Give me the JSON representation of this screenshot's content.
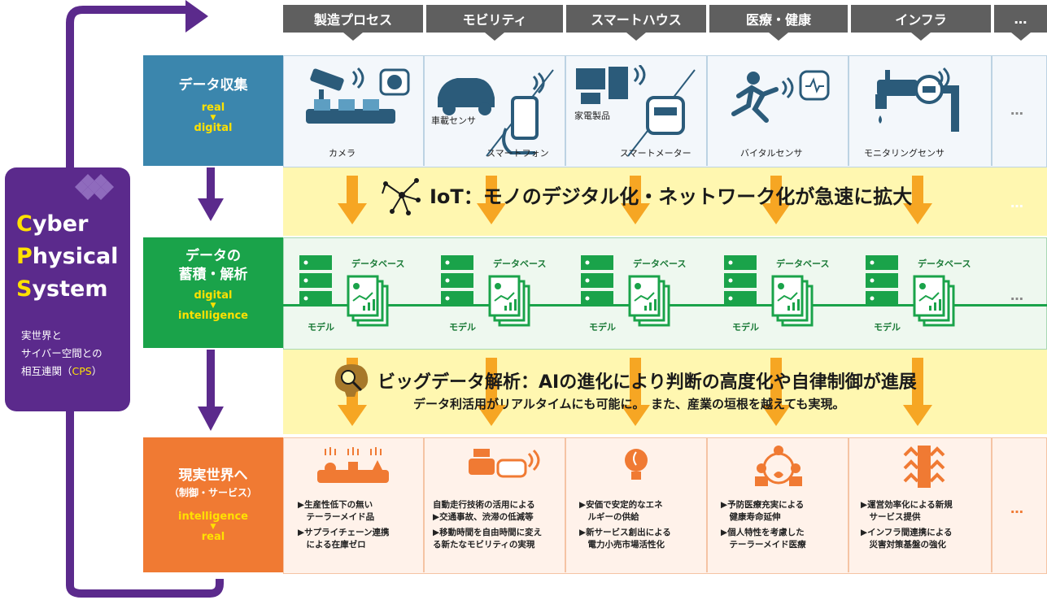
{
  "columns": [
    "製造プロセス",
    "モビリティ",
    "スマートハウス",
    "医療・健康",
    "インフラ",
    "…"
  ],
  "cps": {
    "line1_cap": "C",
    "line1_rest": "yber",
    "line2_cap": "P",
    "line2_rest": "hysical",
    "line3_cap": "S",
    "line3_rest": "ystem",
    "desc_line1": "実世界と",
    "desc_line2": "サイバー空間との",
    "desc_line3_pre": "相互連関（",
    "desc_line3_hl": "CPS",
    "desc_line3_post": "）"
  },
  "stages": {
    "collect": {
      "title": "データ収集",
      "from": "real",
      "arrow": "▼",
      "to": "digital"
    },
    "analyze": {
      "title1": "データの",
      "title2": "蓄積・解析",
      "from": "digital",
      "arrow": "▼",
      "to": "intelligence"
    },
    "real": {
      "title": "現実世界へ",
      "sub": "（制御・サービス）",
      "from": "intelligence",
      "arrow": "▼",
      "to": "real"
    }
  },
  "collect_captions": {
    "camera": "カメラ",
    "car_sensor": "車載センサ",
    "smartphone": "スマートフォン",
    "appliance": "家電製品",
    "smart_meter": "スマートメーター",
    "vital_sensor": "バイタルセンサ",
    "monitoring_sensor": "モニタリングセンサ",
    "more": "…"
  },
  "iot_band": {
    "text": "IoT：モノのデジタル化・ネットワーク化が急速に拡大",
    "more": "…"
  },
  "db": {
    "database": "データベース",
    "model": "モデル",
    "more": "…"
  },
  "bigdata_band": {
    "text": "ビッグデータ解析：AIの進化により判断の高度化や自律制御が進展",
    "sub": "データ利活用がリアルタイムにも可能に。　また、産業の垣根を越えても実現。"
  },
  "real_items": [
    {
      "l1": "▶生産性低下の無い",
      "l2": "　テーラーメイド品",
      "l3": "▶サプライチェーン連携",
      "l4": "　による在庫ゼロ"
    },
    {
      "l1": "自動走行技術の活用による",
      "l2": "▶交通事故、渋滞の低減等",
      "l3": "▶移動時間を自由時間に変え",
      "l4": "る新たなモビリティの実現"
    },
    {
      "l1": "▶安価で安定的なエネ",
      "l2": "　ルギーの供給",
      "l3": "▶新サービス創出による",
      "l4": "　電力小売市場活性化"
    },
    {
      "l1": "▶予防医療充実による",
      "l2": "　健康寿命延伸",
      "l3": "▶個人特性を考慮した",
      "l4": "　テーラーメイド医療"
    },
    {
      "l1": "▶運営効率化による新規",
      "l2": "　サービス提供",
      "l3": "▶インフラ間連携による",
      "l4": "　災害対策基盤の強化"
    }
  ],
  "real_more": "…",
  "colors": {
    "purple": "#5b2a8c",
    "blue": "#3b86ad",
    "green": "#1aa34a",
    "orange": "#f07a33",
    "yellow_band": "#fff7b0",
    "drop": "#f6a623",
    "header": "#5f5f5f"
  }
}
